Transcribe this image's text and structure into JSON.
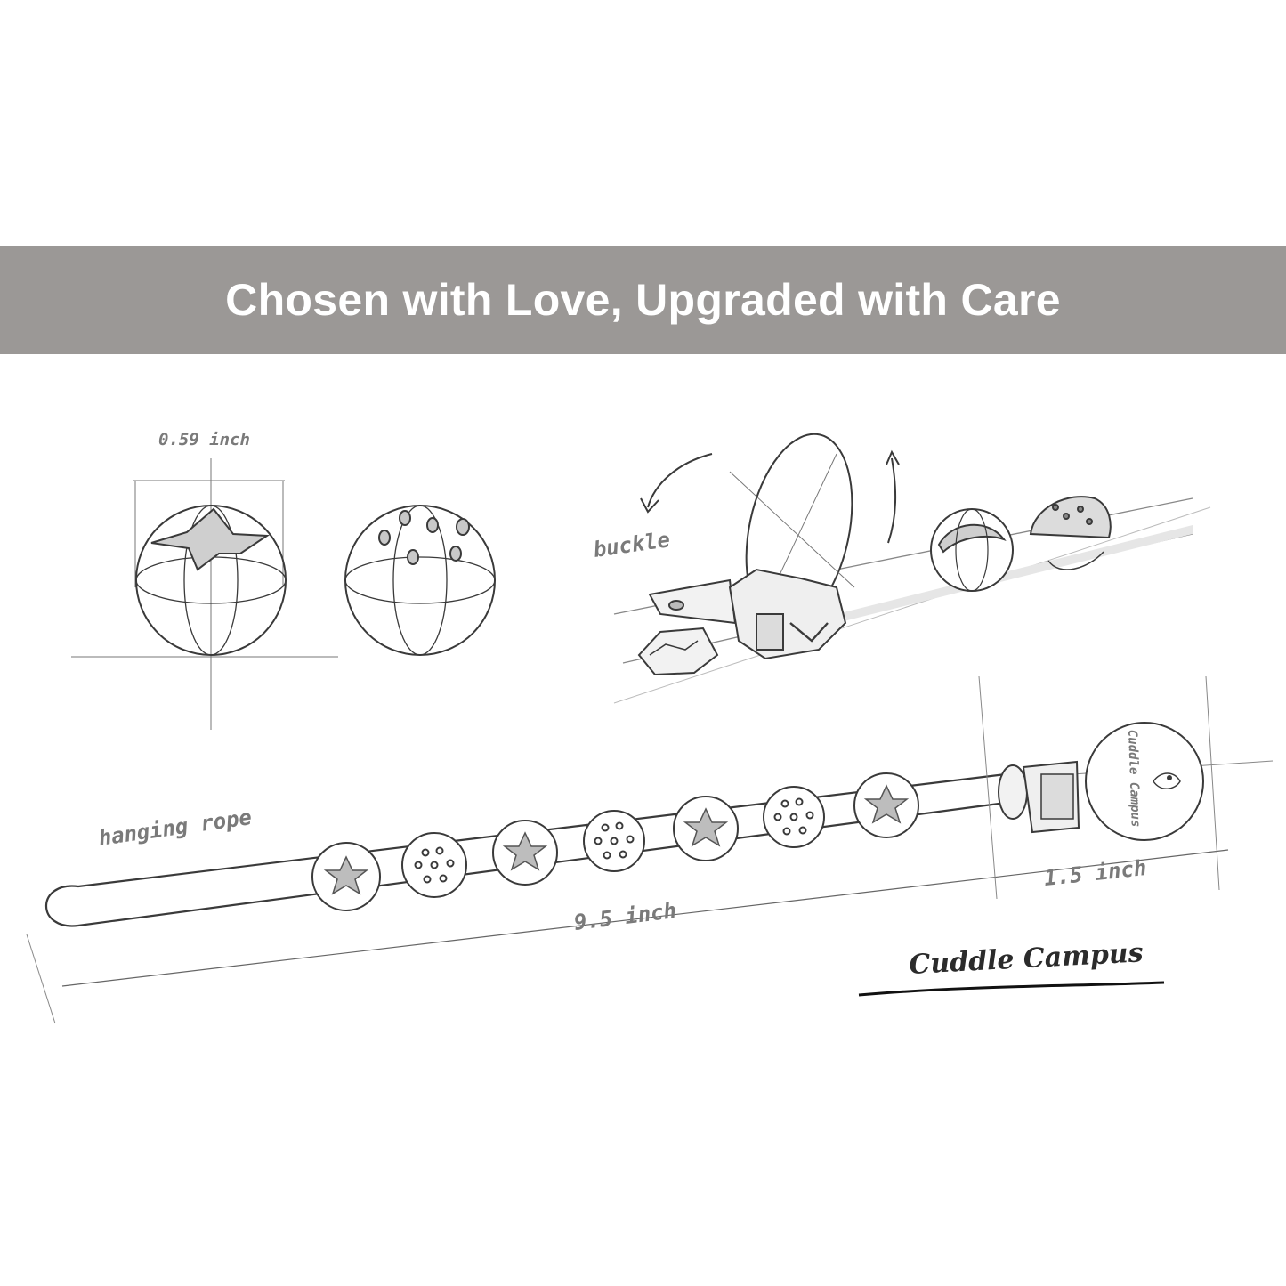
{
  "banner": {
    "title": "Chosen with Love, Upgraded with Care",
    "color": "#9b9896"
  },
  "labels": {
    "bead_diameter": "0.59 inch",
    "buckle": "buckle",
    "hanging_rope": "hanging rope",
    "rope_length": "9.5 inch",
    "clip_width": "1.5 inch",
    "clip_brand": "Cuddle Campus"
  },
  "brand": {
    "signature": "Cuddle Campus"
  },
  "colors": {
    "sketch_line": "#3a3a3a",
    "bead_fill": "#bdbdbd",
    "text_gray": "#7a7a7a"
  }
}
